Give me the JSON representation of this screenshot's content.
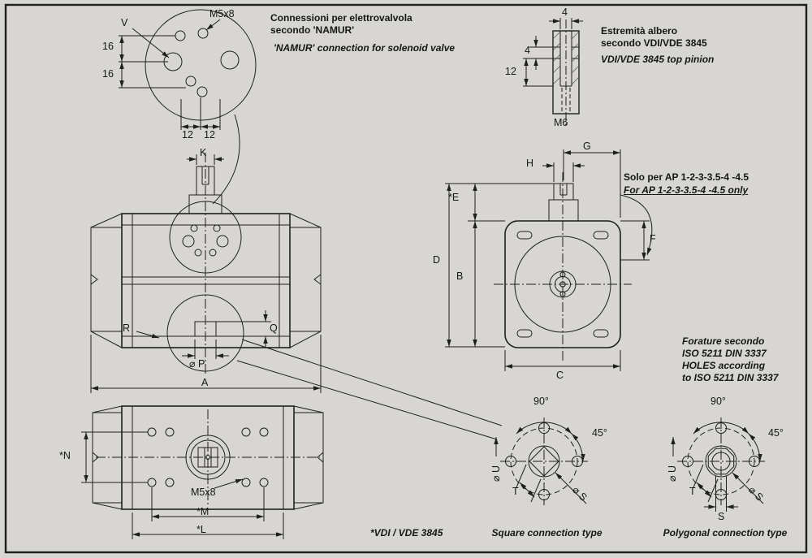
{
  "namur_detail": {
    "v_label": "V",
    "m5x8_label": "M5x8",
    "dim_16_top": "16",
    "dim_16_bottom": "16",
    "dim_12_left": "12",
    "dim_12_right": "12",
    "note_it_line1": "Connessioni per elettrovalvola",
    "note_it_line2": "secondo 'NAMUR'",
    "note_en": "'NAMUR' connection for solenoid valve"
  },
  "shaft_detail": {
    "dim_4_top": "4",
    "dim_4_side": "4",
    "dim_12_side": "12",
    "m6_label": "M6",
    "note_it_line1": "Estremità albero",
    "note_it_line2": "secondo VDI/VDE 3845",
    "note_en": "VDI/VDE 3845 top pinion"
  },
  "front_view": {
    "dim_k": "K",
    "dim_r": "R",
    "dim_q": "Q",
    "dim_p": "⌀ P",
    "dim_a": "A"
  },
  "side_view": {
    "dim_g": "G",
    "dim_h": "H",
    "dim_e": "*E",
    "dim_d": "D",
    "dim_b": "B",
    "dim_f": "F",
    "dim_c": "C",
    "note_it": "Solo per AP 1-2-3-3.5-4 -4.5",
    "note_en": "For AP 1-2-3-3.5-4 -4.5 only"
  },
  "bottom_view": {
    "dim_n": "*N",
    "m5x8_label": "M5x8",
    "dim_m": "*M",
    "dim_l": "*L"
  },
  "holes_note": {
    "line1": "Forature secondo",
    "line2": "ISO 5211 DIN 3337",
    "line3": "HOLES according",
    "line4": "to ISO 5211 DIN 3337"
  },
  "square_connection": {
    "angle_90": "90°",
    "angle_45": "45°",
    "dim_u": "⌀ U",
    "dim_t": "T",
    "dim_s_diag": "⌀ S",
    "caption": "Square connection type"
  },
  "polygonal_connection": {
    "angle_90": "90°",
    "angle_45": "45°",
    "dim_u": "⌀ U",
    "dim_t": "T",
    "dim_s_diag": "⌀ S",
    "dim_s": "S",
    "caption": "Polygonal connection type"
  },
  "footer": {
    "vdi_note": "*VDI / VDE 3845"
  }
}
